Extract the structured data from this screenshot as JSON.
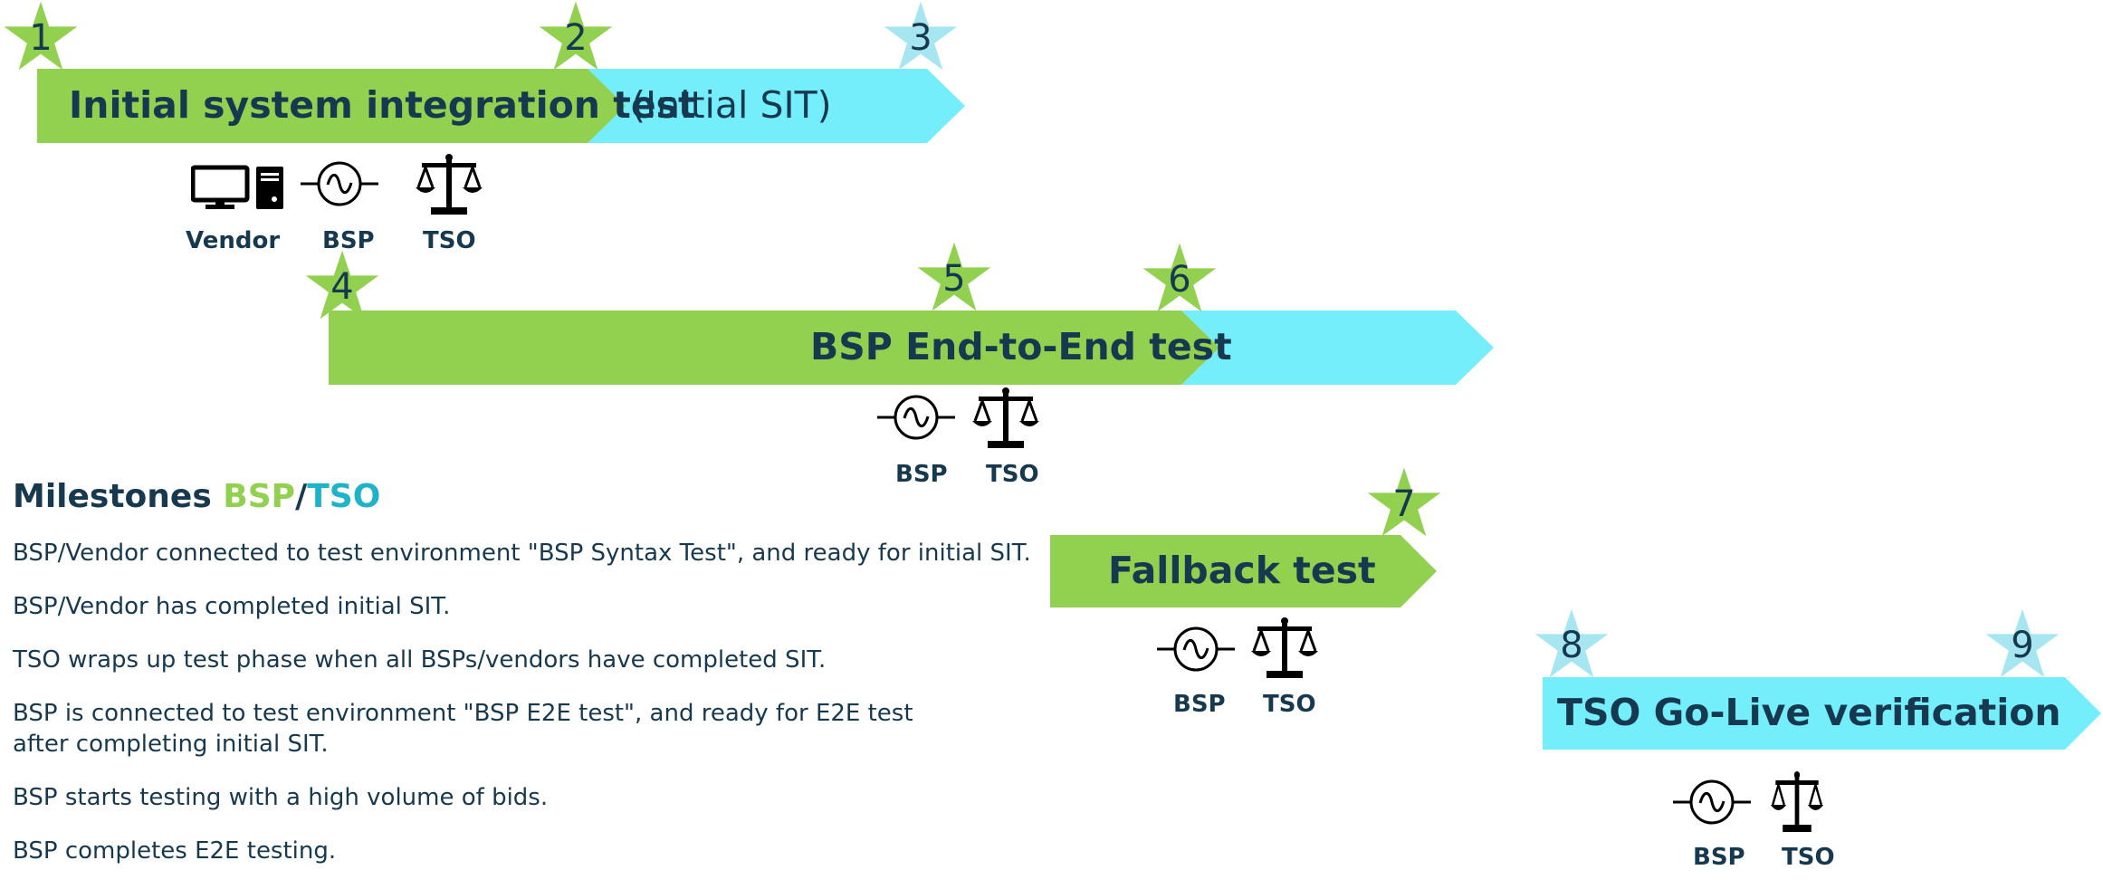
{
  "colors": {
    "green": "#92d050",
    "cyan": "#75eefc",
    "navy": "#17394f",
    "star_cyan": "#a6e6f0",
    "tso_text": "#1fb3c9"
  },
  "phases": {
    "sit": {
      "title": "Initial system integration test",
      "subtitle": "(Initial SIT)"
    },
    "e2e": {
      "title": "BSP End-to-End test"
    },
    "fallback": {
      "title": "Fallback test"
    },
    "golive": {
      "title": "TSO Go-Live verification"
    }
  },
  "milestone_numbers": [
    "1",
    "2",
    "3",
    "4",
    "5",
    "6",
    "7",
    "8",
    "9"
  ],
  "actors": {
    "vendor": "Vendor",
    "bsp": "BSP",
    "tso": "TSO"
  },
  "icons": {
    "vendor": "computer-icon",
    "bsp": "ac-source-icon",
    "tso": "scales-icon"
  },
  "milestones": {
    "heading": "Milestones ",
    "heading_bsp": "BSP",
    "heading_sep": "/",
    "heading_tso": "TSO",
    "items": [
      "BSP/Vendor connected to test environment \"BSP Syntax Test\", and ready for initial SIT.",
      "BSP/Vendor has completed initial SIT.",
      "TSO wraps up test phase when all BSPs/vendors have completed SIT.",
      "BSP is connected to test environment \"BSP E2E test\", and ready for E2E test after completing initial SIT.",
      "BSP starts testing with a high volume of bids.",
      "BSP completes E2E testing."
    ]
  }
}
